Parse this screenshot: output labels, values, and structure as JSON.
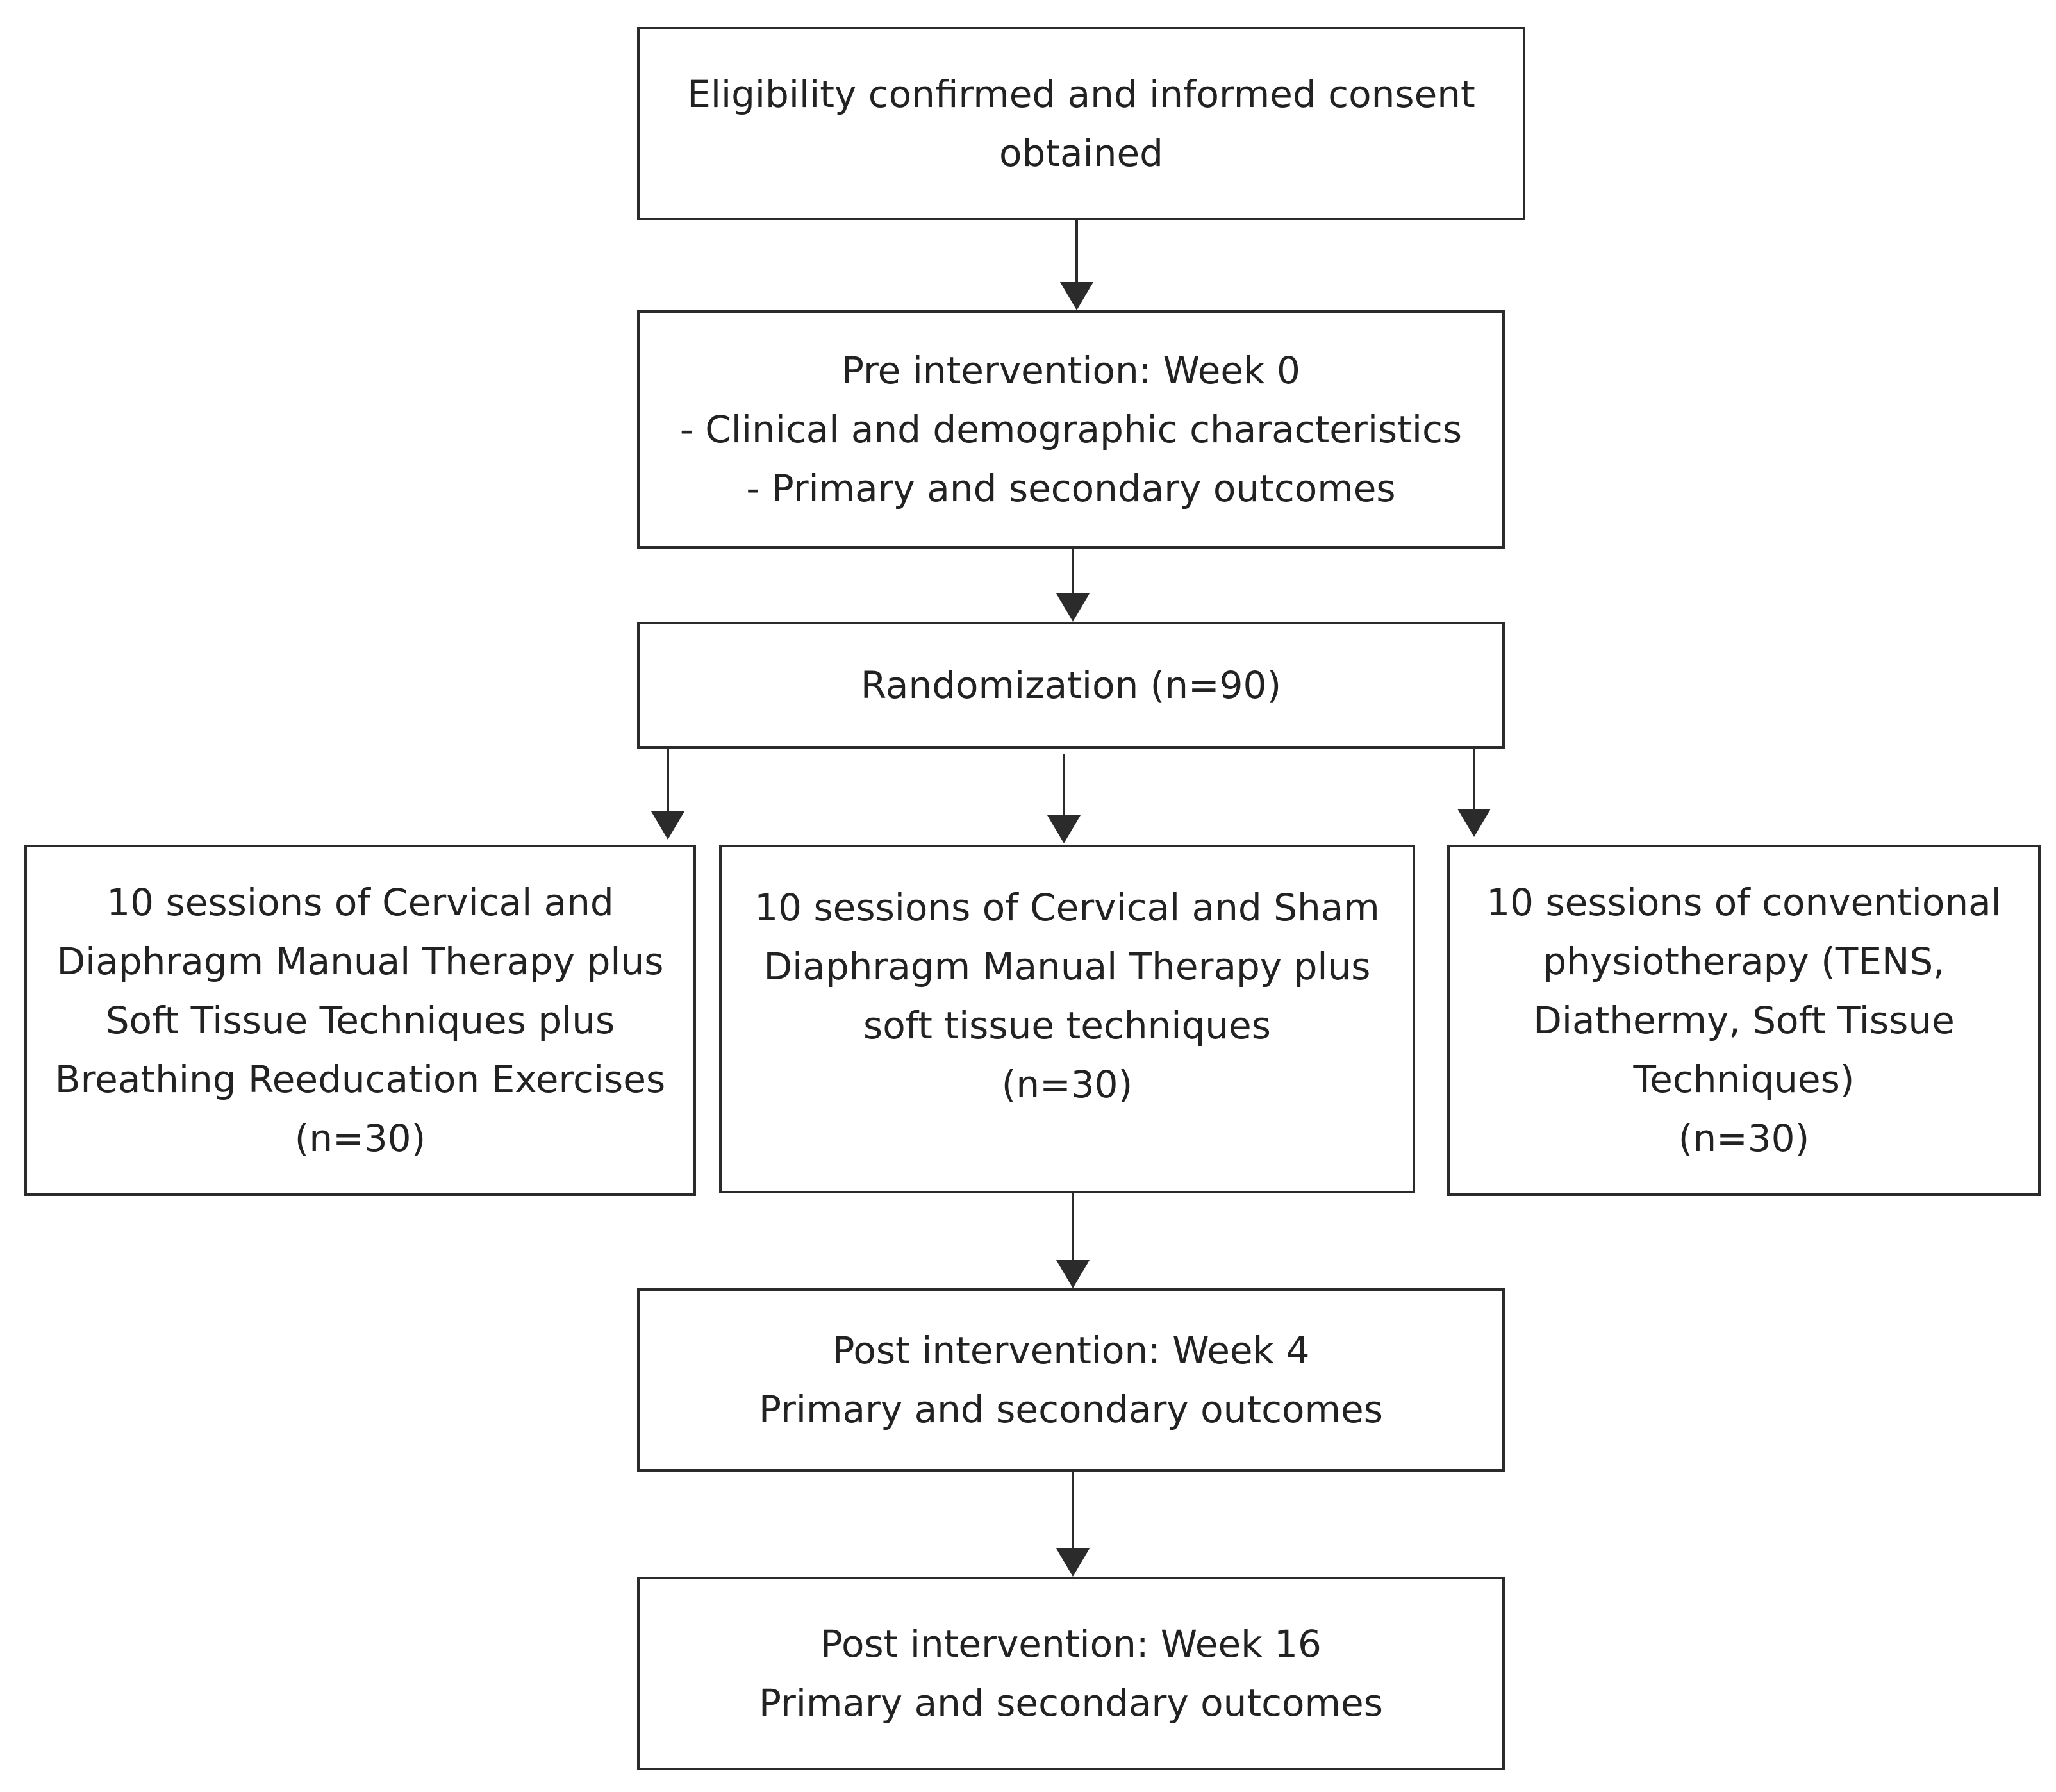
{
  "consent": {
    "lines": [
      "Eligibility confirmed and informed consent",
      "obtained"
    ]
  },
  "pre": {
    "lines": [
      "Pre intervention: Week 0",
      "- Clinical and demographic characteristics",
      "- Primary and secondary outcomes"
    ]
  },
  "randomization": {
    "label": "Randomization (n=90)"
  },
  "groups": [
    {
      "lines": [
        "10 sessions of Cervical and",
        "Diaphragm Manual Therapy plus",
        "Soft Tissue Techniques plus",
        "Breathing Reeducation Exercises",
        "(n=30)"
      ]
    },
    {
      "lines": [
        "10 sessions of Cervical and Sham",
        "Diaphragm Manual Therapy plus",
        "soft tissue techniques",
        "(n=30)"
      ]
    },
    {
      "lines": [
        "10 sessions of conventional",
        "physiotherapy (TENS,",
        "Diathermy, Soft Tissue",
        "Techniques)",
        "(n=30)"
      ]
    }
  ],
  "post4": {
    "lines": [
      "Post intervention: Week 4",
      "Primary and secondary outcomes"
    ]
  },
  "post16": {
    "lines": [
      "Post intervention: Week 16",
      "Primary and secondary outcomes"
    ]
  },
  "colors": {
    "stroke": "#2b2b2b",
    "text": "#222222",
    "background": "#ffffff"
  }
}
